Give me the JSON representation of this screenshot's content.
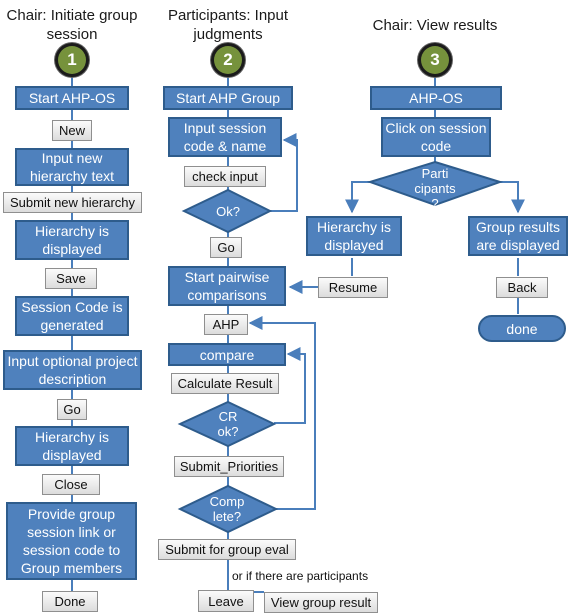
{
  "columns": {
    "chair_initiate": {
      "heading": "Chair:  Initiate group session",
      "number": "1",
      "start": "Start AHP-OS",
      "new_button": "New",
      "input_hierarchy": "Input new hierarchy text",
      "submit_button": "Submit new hierarchy",
      "hierarchy_displayed": "Hierarchy is displayed",
      "save_button": "Save",
      "session_code": "Session Code is generated",
      "input_description": "Input optional project description",
      "go_button": "Go",
      "hierarchy_displayed_2": "Hierarchy is displayed",
      "close_button": "Close",
      "provide_link": "Provide group session link or session code to Group members",
      "done_button": "Done"
    },
    "participants": {
      "heading": "Participants:  Input judgments",
      "number": "2",
      "start": "Start AHP Group",
      "input_session": "Input session code & name",
      "check_button": "check input",
      "ok_decision": "Ok?",
      "go_button": "Go",
      "start_pairwise": "Start pairwise comparisons",
      "ahp_button": "AHP",
      "compare": "compare",
      "calculate_button": "Calculate Result",
      "cr_decision": "CR ok?",
      "submit_priorities_button": "Submit_Priorities",
      "complete_decision": "Comp lete?",
      "submit_group_button": "Submit for group eval",
      "participants_note": "or if there are participants",
      "leave_button": "Leave",
      "view_group_button": "View group result"
    },
    "chair_view": {
      "heading": "Chair: View results",
      "number": "3",
      "ahp_os": "AHP-OS",
      "click_session": "Click on session code",
      "participants_decision": "Parti cipants ?",
      "hierarchy_displayed": "Hierarchy is displayed",
      "group_results": "Group results are displayed",
      "resume_button": "Resume",
      "back_button": "Back",
      "done_terminator": "done"
    }
  },
  "colors": {
    "process_fill": "#4f81bd",
    "process_border": "#2e5c8c",
    "number_fill": "#76923c",
    "button_fill": "#e6e6e6"
  }
}
